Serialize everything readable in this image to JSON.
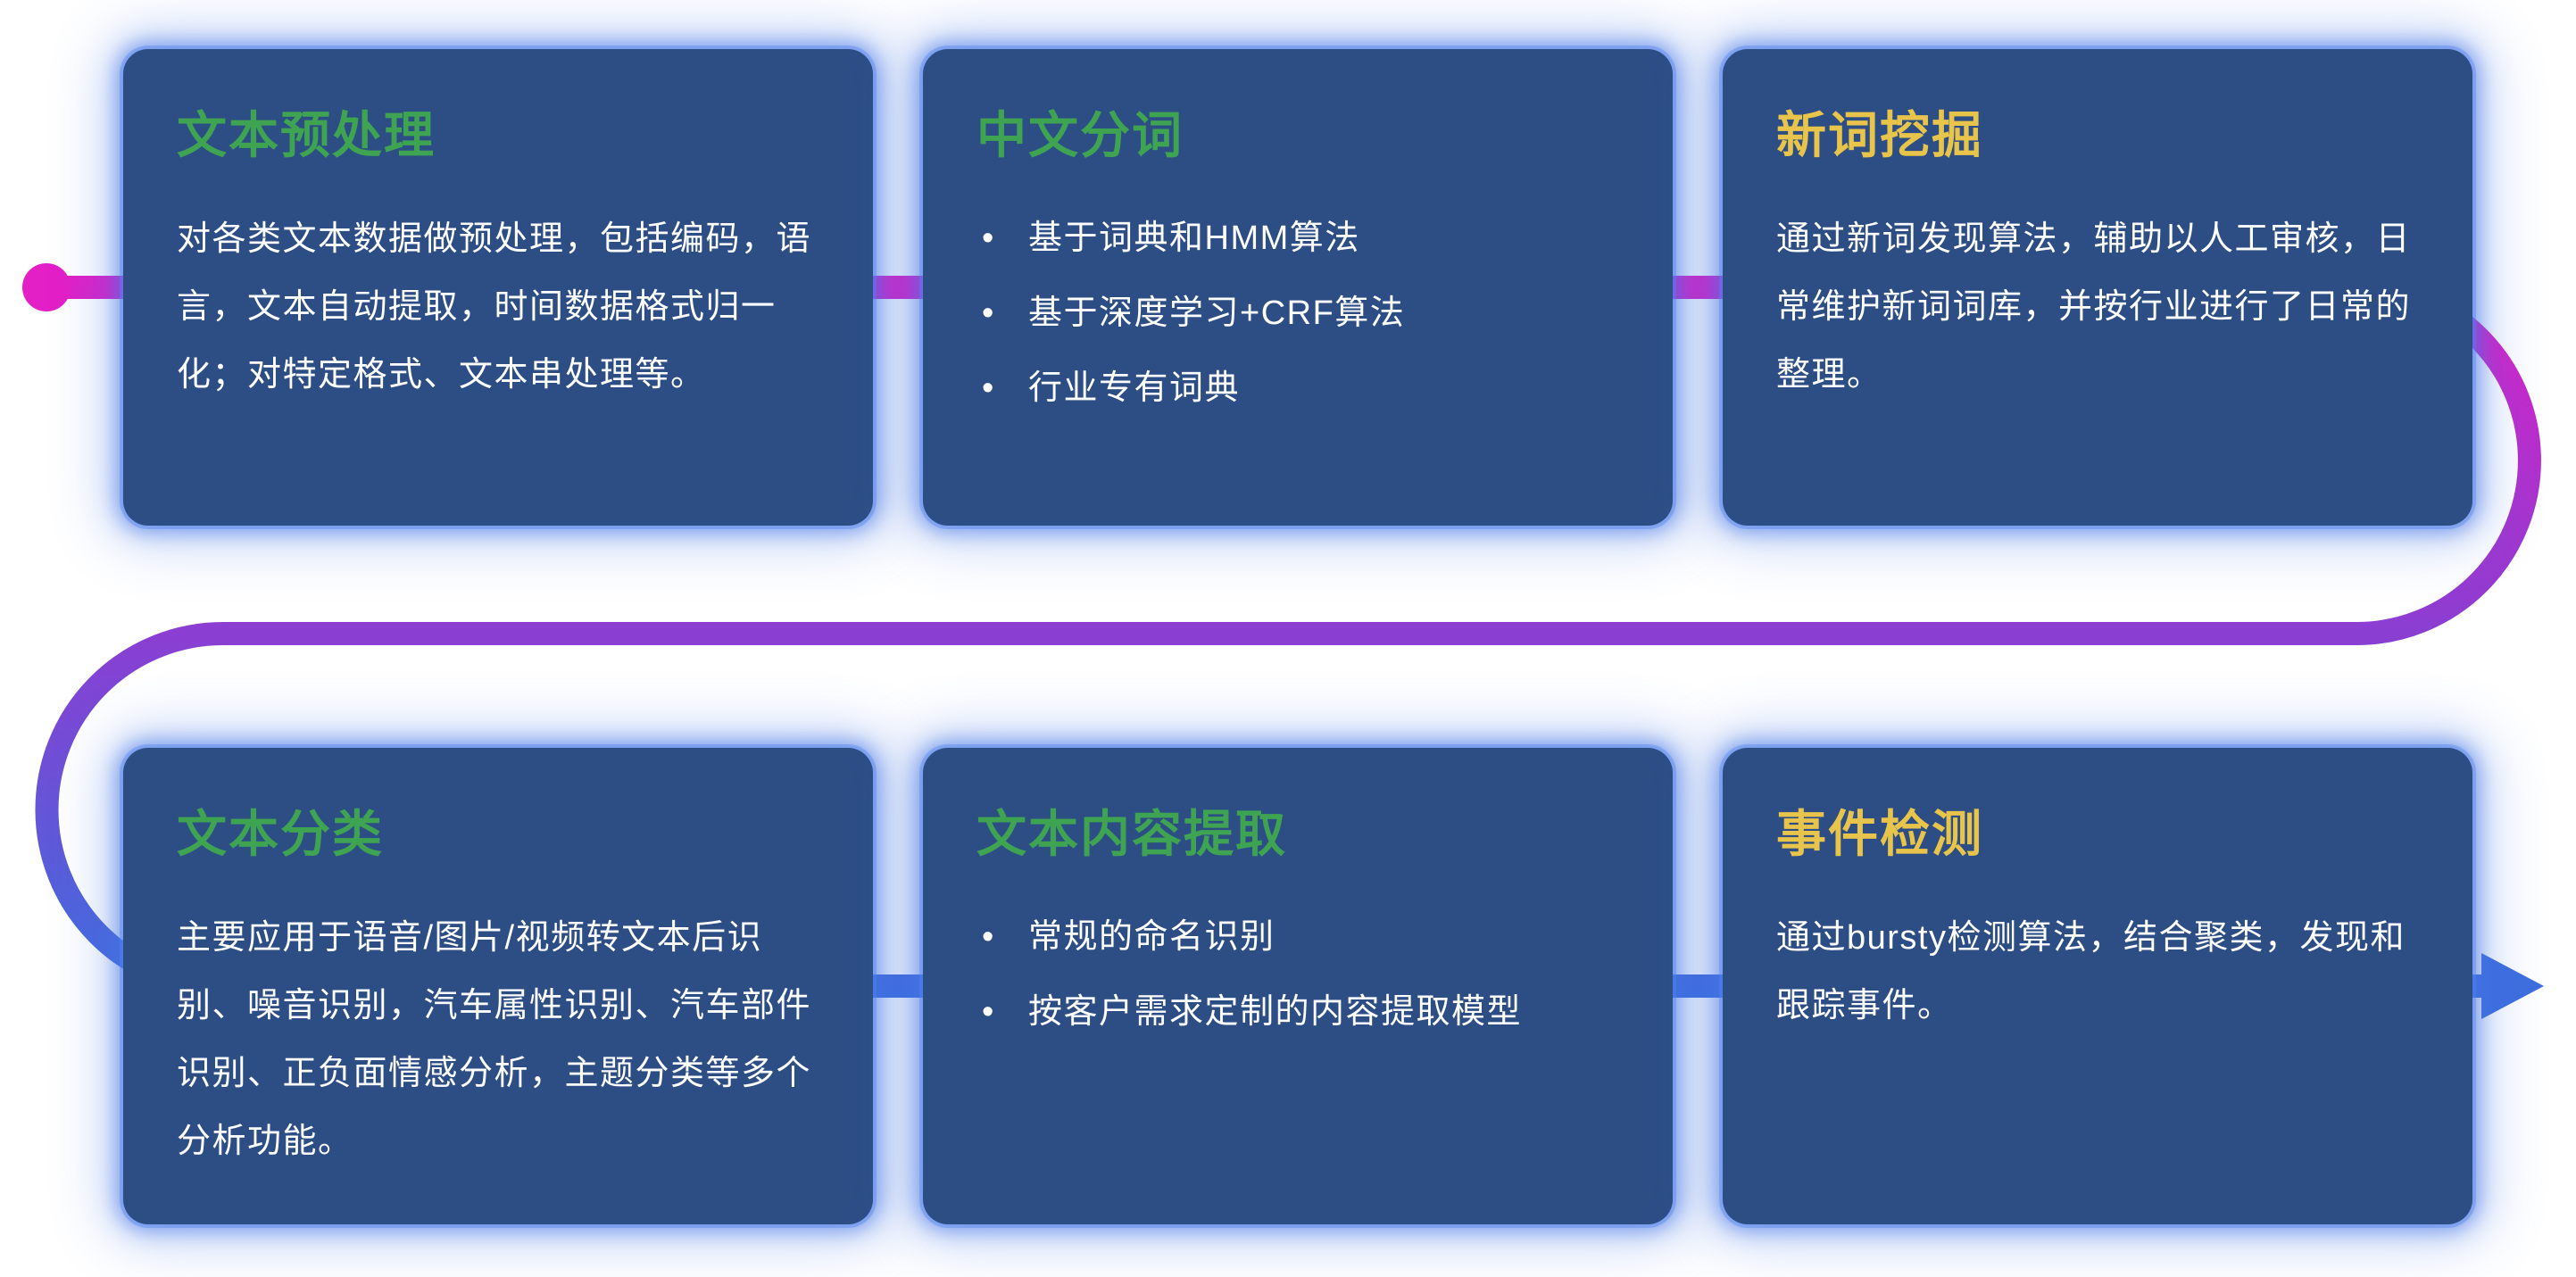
{
  "page": {
    "background": "#ffffff"
  },
  "flow": {
    "dot_color": "#e31fc6",
    "arrow_color": "#3e6ede",
    "gradient": {
      "start": "#e31fc6",
      "mid": "#8a3ed2",
      "end": "#3e6ede"
    }
  },
  "cards": [
    {
      "title": "文本预处理",
      "title_color": "#3fa452",
      "body": "对各类文本数据做预处理，包括编码，语言，文本自动提取，时间数据格式归一化；对特定格式、文本串处理等。",
      "bullets": []
    },
    {
      "title": "中文分词",
      "title_color": "#3fa452",
      "body": "",
      "bullets": [
        "基于词典和HMM算法",
        "基于深度学习+CRF算法",
        "行业专有词典"
      ]
    },
    {
      "title": "新词挖掘",
      "title_color": "#e8c44a",
      "body": "通过新词发现算法，辅助以人工审核，日常维护新词词库，并按行业进行了日常的整理。",
      "bullets": []
    },
    {
      "title": "文本分类",
      "title_color": "#3fa452",
      "body": "主要应用于语音/图片/视频转文本后识别、噪音识别，汽车属性识别、汽车部件识别、正负面情感分析，主题分类等多个分析功能。",
      "bullets": []
    },
    {
      "title": "文本内容提取",
      "title_color": "#3fa452",
      "body": "",
      "bullets": [
        "常规的命名识别",
        "按客户需求定制的内容提取模型"
      ]
    },
    {
      "title": "事件检测",
      "title_color": "#e8c44a",
      "body": "通过bursty检测算法，结合聚类，发现和跟踪事件。",
      "bullets": []
    }
  ]
}
